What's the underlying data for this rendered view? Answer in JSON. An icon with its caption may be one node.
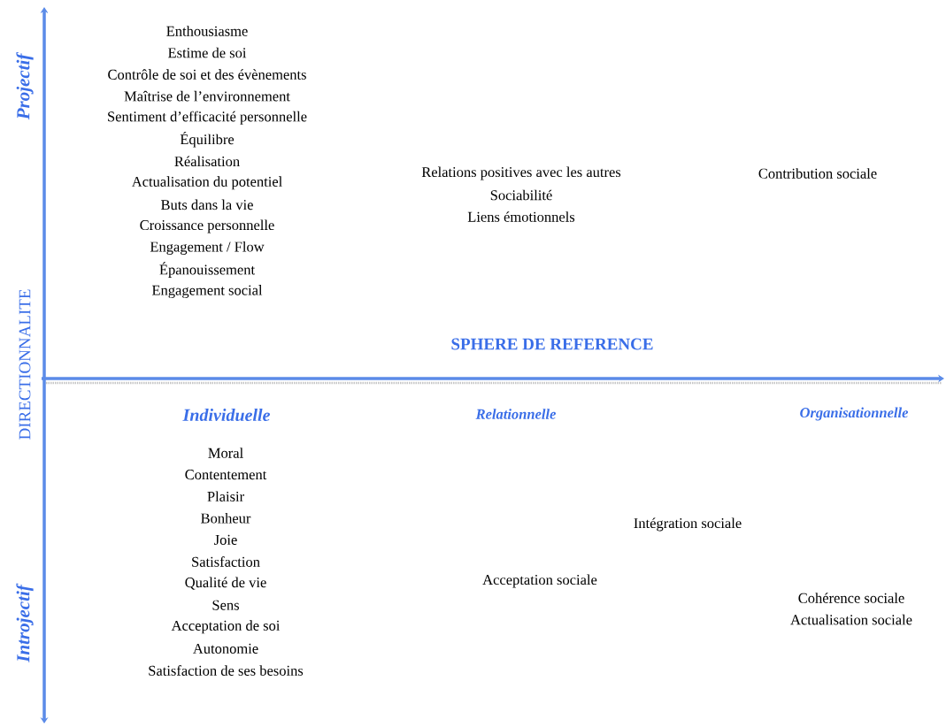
{
  "diagram": {
    "labels": [
      "Projectif",
      "DIRECTIONNALITE",
      "Introjectif",
      "Enthousiasme",
      "Estime de soi",
      "Contrôle de soi et des évènements",
      "Maîtrise de l’environnement",
      "Sentiment d’efficacité personnelle",
      "Équilibre",
      "Réalisation",
      "Actualisation du potentiel",
      "Buts dans la vie",
      "Croissance personnelle",
      "Engagement / Flow",
      "Épanouissement",
      "Engagement social",
      "Relations positives avec les autres",
      "Sociabilité",
      "Liens émotionnels",
      "Contribution sociale",
      "SPHERE DE REFERENCE",
      "Individuelle",
      "Relationnelle",
      "Organisationnelle",
      "Moral",
      "Contentement",
      "Plaisir",
      "Bonheur",
      "Joie",
      "Satisfaction",
      "Qualité de vie",
      "Sens",
      "Acceptation de soi",
      "Autonomie",
      "Satisfaction de ses besoins",
      "Intégration sociale",
      "Acceptation sociale",
      "Cohérence sociale",
      "Actualisation sociale"
    ]
  }
}
